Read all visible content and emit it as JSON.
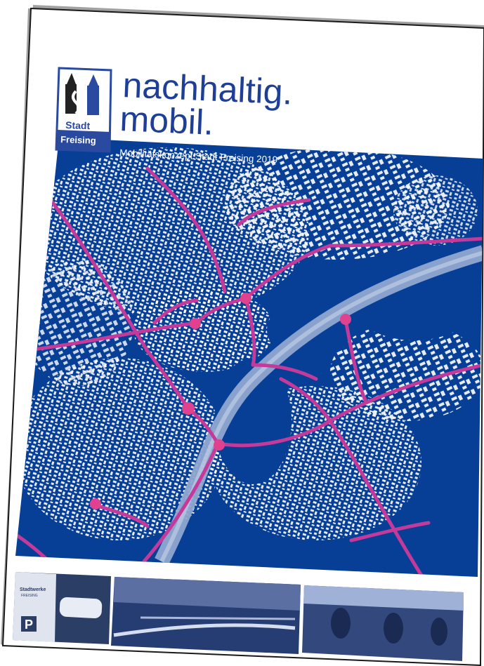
{
  "cover": {
    "title_line1": "nachhaltig.",
    "title_line2": "mobil.",
    "subtitle": "Mobilitätskonzept Stadt Freising 2019"
  },
  "logo": {
    "line1": "Stadt",
    "line2": "Freising",
    "icon": "freising-coat-of-arms-icon"
  },
  "photos": {
    "photo1_sign_text": "Stadtwerke",
    "photo1_sign_sub": "FREISING",
    "photo1_parking": "P",
    "photo1_icons": "parking-sign-icon",
    "photo2_icons": "bridge-photo-icon",
    "photo3_icons": "cyclists-photo-icon"
  },
  "colors": {
    "map_blue": "#073f96",
    "route_magenta": "#c43a9a",
    "buildings": "#ffffff",
    "river": "#8fa6d0"
  }
}
